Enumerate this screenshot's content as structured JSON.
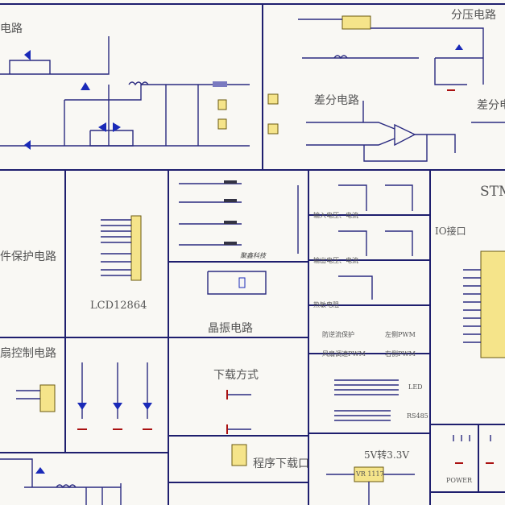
{
  "titles": {
    "power_circuit": "电路",
    "divider": "分压电路",
    "diff1": "差分电路",
    "diff2": "差分电",
    "mcu": "STM",
    "io": "IO接口",
    "protection": "件保护电路",
    "lcd": "LCD12864",
    "crystal": "晶振电路",
    "fan": "扇控制电路",
    "download_mode": "下载方式",
    "program_port": "程序下载口",
    "regulator": "5V转3.3V",
    "power": "POWER"
  },
  "labels": {
    "input_vi": "输入电压、电流",
    "output_vi": "输出电压、电流",
    "thermistor": "热敏电阻",
    "reverse_protect": "防逆流保护",
    "fan_pwm": "风扇调速PWM",
    "left_pwm": "左侧PWM",
    "right_pwm": "右侧PWM",
    "led": "LED",
    "rs485": "RS485",
    "regulator_chip": "VR 1117",
    "watermark": "聚鑫科技"
  },
  "colors": {
    "wire": "#2a2a80",
    "component": "#1a2ab8",
    "ground": "#aa1111",
    "chip": "#f5e48a"
  }
}
